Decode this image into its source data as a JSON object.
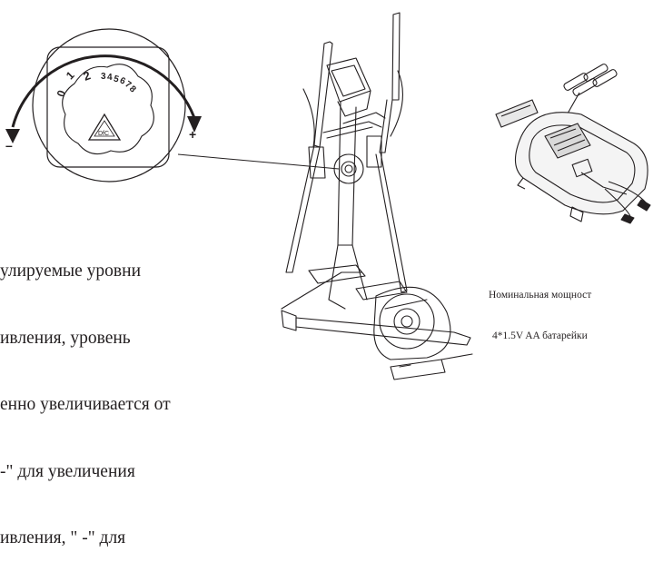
{
  "knob": {
    "scale_labels": [
      "0",
      "1",
      "2",
      "3",
      "4",
      "5",
      "6",
      "7",
      "8"
    ],
    "minus_label": "–",
    "plus_label": "+"
  },
  "description": {
    "lines": [
      "улируемые уровни",
      "ивления, уровень",
      "енно увеличивается от",
      "-\" для увеличения",
      "ивления, \" -\" для"
    ]
  },
  "battery_caption": {
    "lines": [
      "Номинальная мощност",
      "4*1.5V AA батарейки"
    ]
  },
  "icons": [
    "dfc-triangle-logo-icon",
    "elliptical-trainer-icon",
    "battery-icon",
    "console-back-icon"
  ]
}
